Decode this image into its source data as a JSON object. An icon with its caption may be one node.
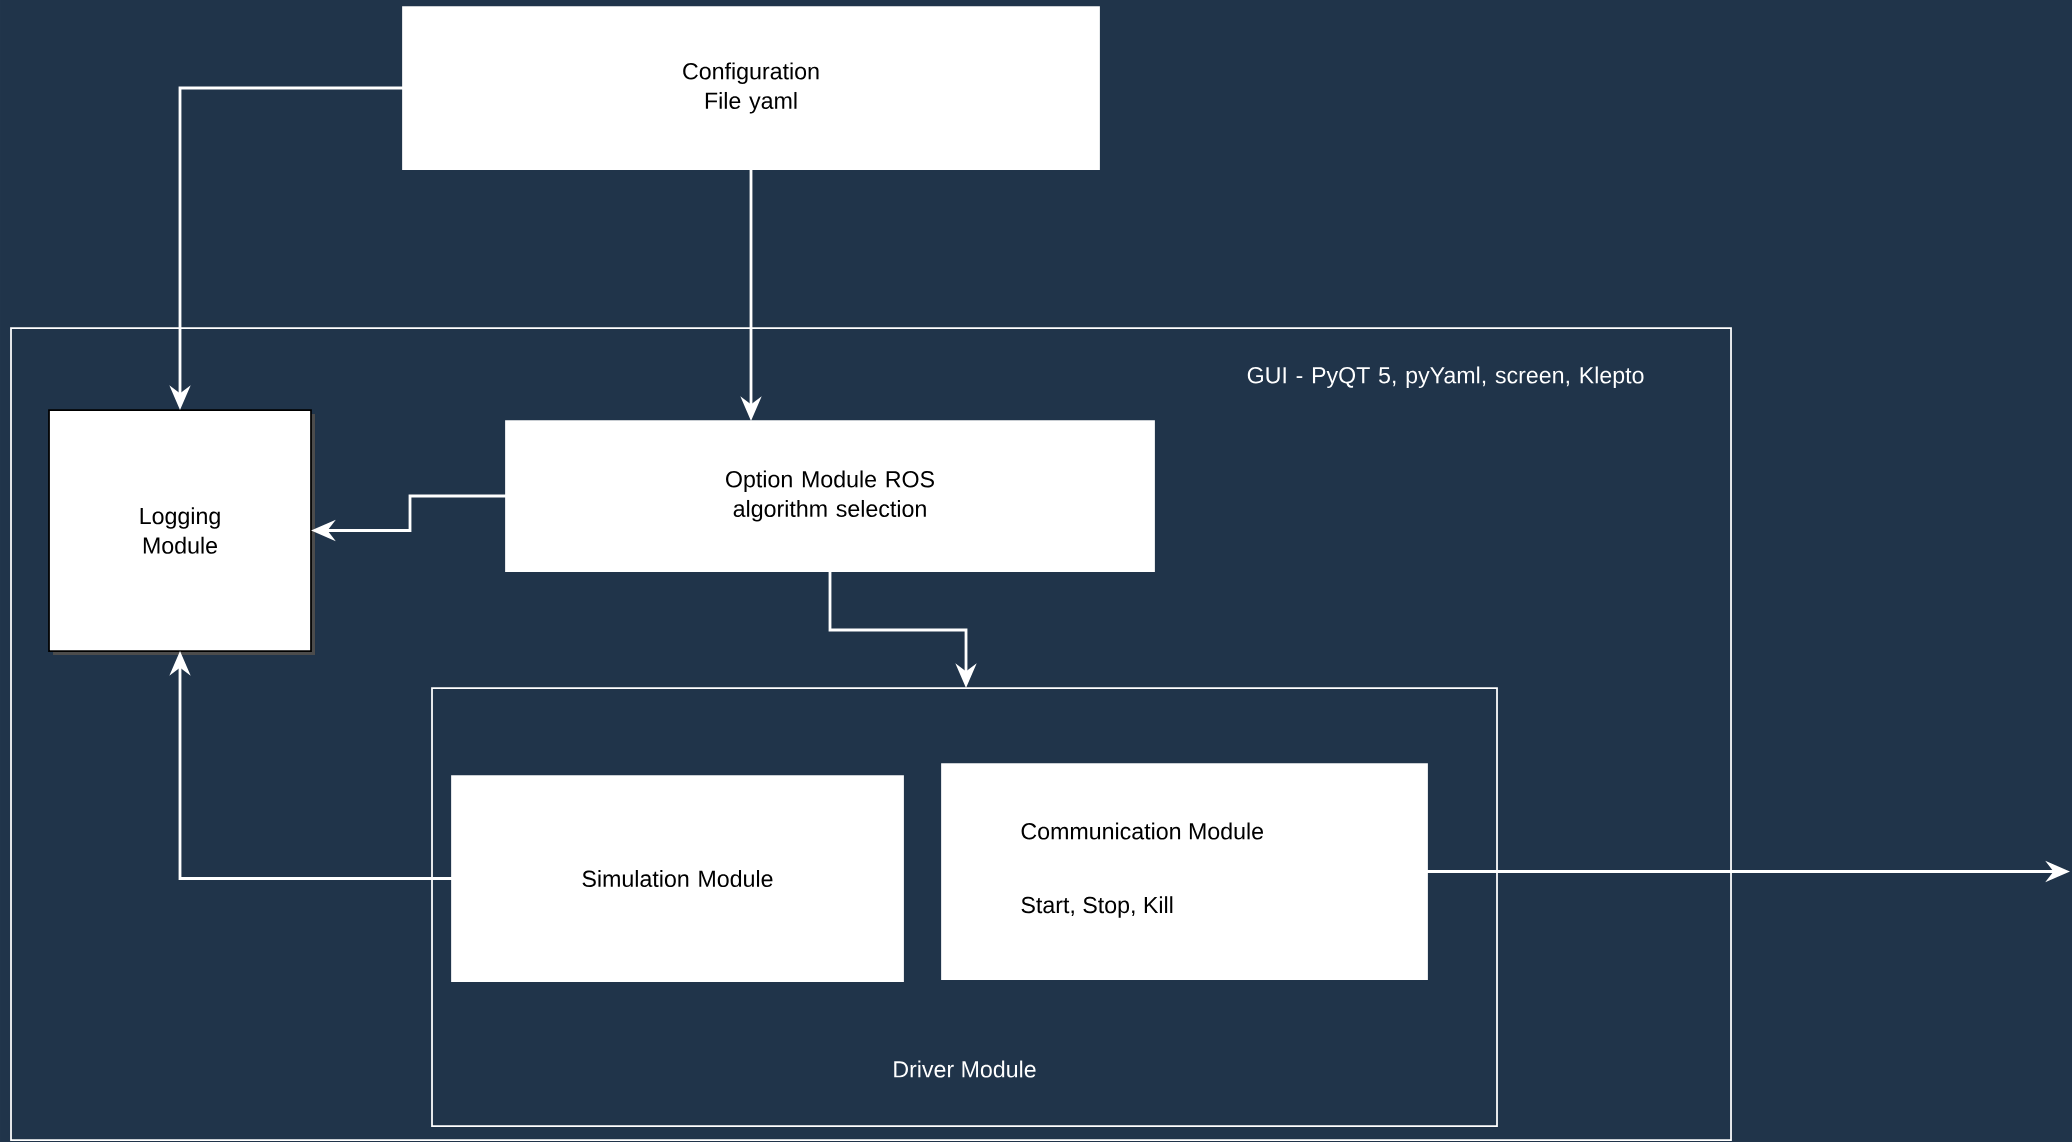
{
  "diagram": {
    "nodes": [
      {
        "text": [
          "Configuration File yaml"
        ]
      },
      {
        "text": [
          "GUI - PyQT 5, pyYaml, screen, Klepto"
        ]
      },
      {
        "text": [
          "Logging Module"
        ],
        "in": 1
      },
      {
        "text": [
          "Option Module ROS algorithm selection"
        ],
        "in": 1
      },
      {
        "text": [
          "Driver Module"
        ],
        "in": 1
      },
      {
        "text": [
          "Simulation Module"
        ],
        "in": 4
      },
      {
        "text": [
          "Communication Module",
          "Start, Stop, Kill"
        ],
        "in": 4
      }
    ],
    "edges": [
      {
        "from": 0,
        "to": 2,
        "arrow": "to"
      },
      {
        "from": 0,
        "to": 3,
        "arrow": "to"
      },
      {
        "from": 3,
        "to": 2,
        "arrow": "to"
      },
      {
        "from": 3,
        "to": 4,
        "arrow": "to"
      },
      {
        "from": 5,
        "to": 2,
        "arrow": "to"
      },
      {
        "from": 6,
        "to": null,
        "arrow": "to"
      }
    ]
  }
}
